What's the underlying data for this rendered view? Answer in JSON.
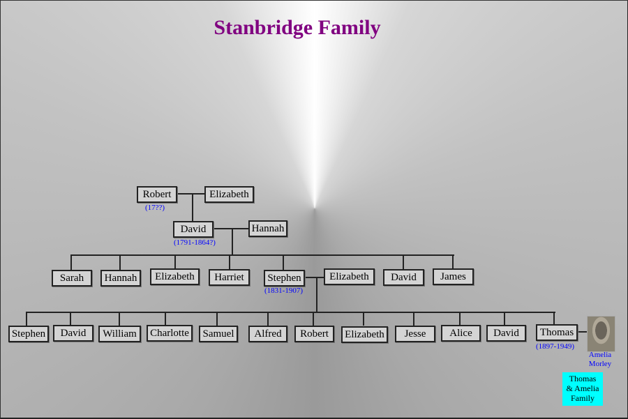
{
  "title": "Stanbridge Family",
  "gen1": {
    "father": {
      "name": "Robert",
      "dates": "(17??)"
    },
    "mother": {
      "name": "Elizabeth"
    }
  },
  "gen2": {
    "father": {
      "name": "David",
      "dates": "(1791-1864?)"
    },
    "mother": {
      "name": "Hannah"
    }
  },
  "gen3": {
    "children": [
      "Sarah",
      "Hannah",
      "Elizabeth",
      "Harriet",
      "Stephen",
      "Elizabeth",
      "David",
      "James"
    ],
    "stephen_dates": "(1831-1907)"
  },
  "gen4": {
    "children": [
      "Stephen",
      "David",
      "William",
      "Charlotte",
      "Samuel",
      "Alfred",
      "Robert",
      "Elizabeth",
      "Jesse",
      "Alice",
      "David",
      "Thomas"
    ],
    "thomas_dates": "(1897-1949)"
  },
  "spouse_photo": {
    "caption_line1": "Amelia",
    "caption_line2": "Morley"
  },
  "family_link": {
    "line1": "Thomas",
    "line2": "& Amelia",
    "line3": "Family"
  }
}
